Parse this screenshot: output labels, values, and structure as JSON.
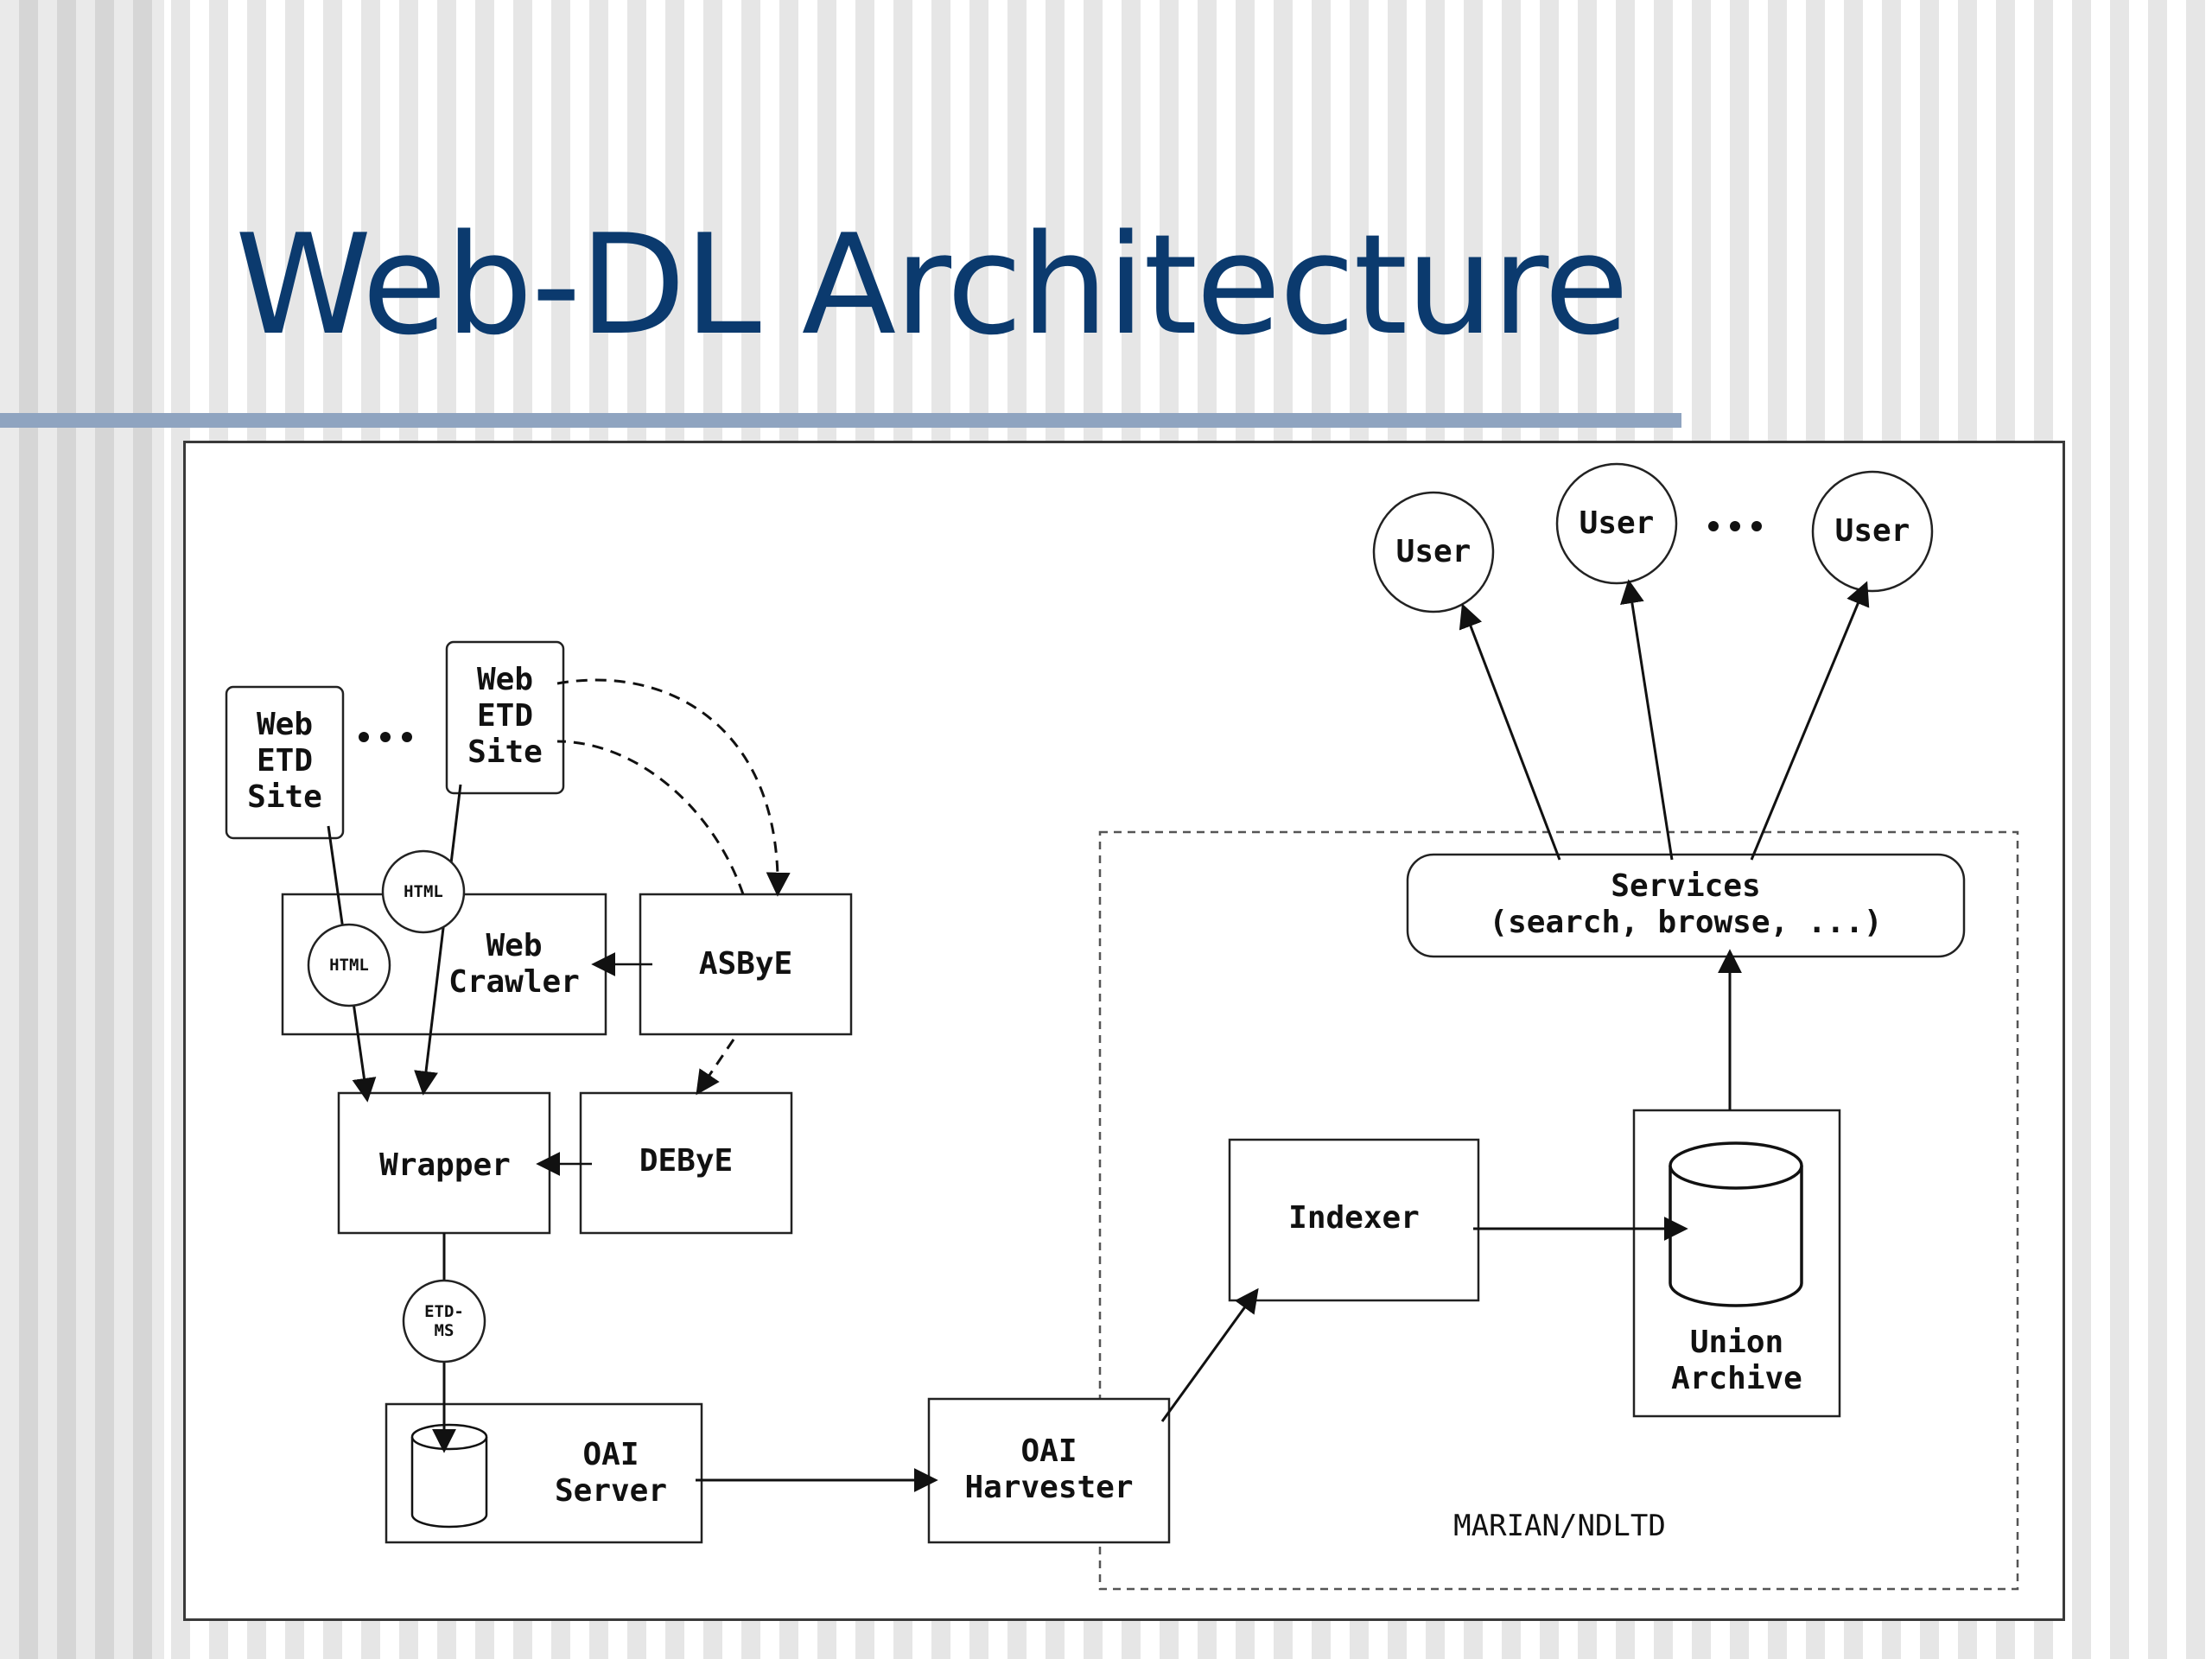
{
  "slide": {
    "title": "Web-DL Architecture"
  },
  "diagram": {
    "nodes": {
      "web_etd_site_1": "Web\nETD\nSite",
      "web_etd_site_2": "Web\nETD\nSite",
      "web_crawler": "Web\nCrawler",
      "asbye": "ASByE",
      "wrapper": "Wrapper",
      "debye": "DEByE",
      "oai_server": "OAI\nServer",
      "oai_harvester": "OAI\nHarvester",
      "indexer": "Indexer",
      "union_archive": "Union\nArchive",
      "services": "Services\n(search, browse, ...)",
      "user_1": "User",
      "user_2": "User",
      "user_3": "User"
    },
    "badges": {
      "html_1": "HTML",
      "html_2": "HTML",
      "etd_ms": "ETD-\nMS"
    },
    "ellipsis": "•••",
    "region_label": "MARIAN/NDLTD"
  }
}
